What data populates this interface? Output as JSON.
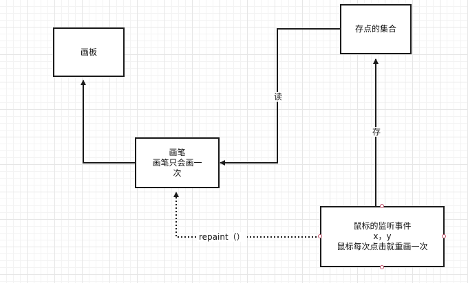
{
  "nodes": {
    "canvas_board": {
      "label": "画板"
    },
    "point_set": {
      "label": "存点的集合"
    },
    "pen": {
      "line1": "画笔",
      "line2": "画笔只会画一",
      "line3": "次"
    },
    "mouse_listener": {
      "line1": "鼠标的监听事件",
      "line2": "x，y",
      "line3": "鼠标每次点击就重画一次"
    }
  },
  "edges": {
    "read_label": "读",
    "store_label": "存",
    "repaint_label": "repaint（）"
  },
  "colors": {
    "stroke": "#1a1a1a",
    "handle": "#c0506a",
    "grid_major": "#e6e6e6",
    "grid_minor": "#f3f3f3"
  }
}
